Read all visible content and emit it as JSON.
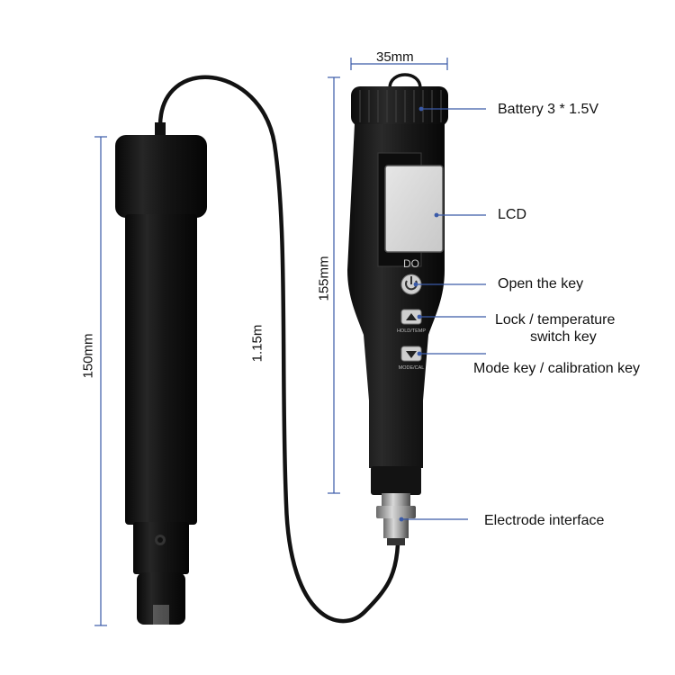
{
  "dimensions": {
    "width_label": "35mm",
    "pen_height_label": "155mm",
    "probe_height_label": "150mm",
    "cable_length_label": "1.15m"
  },
  "device": {
    "screen_text": "DO",
    "hold_temp_label": "HOLD/TEMP",
    "mode_cal_label": "MODE/CAL"
  },
  "callouts": {
    "battery": "Battery 3 * 1.5V",
    "lcd": "LCD",
    "power_key": "Open the key",
    "lock_key_line1": "Lock / temperature",
    "lock_key_line2": "switch key",
    "mode_key": "Mode key / calibration key",
    "electrode": "Electrode interface"
  },
  "colors": {
    "device_body": "#1a1a1a",
    "guide_line": "#3a5aa8",
    "lcd_screen": "#dcdcdc"
  }
}
